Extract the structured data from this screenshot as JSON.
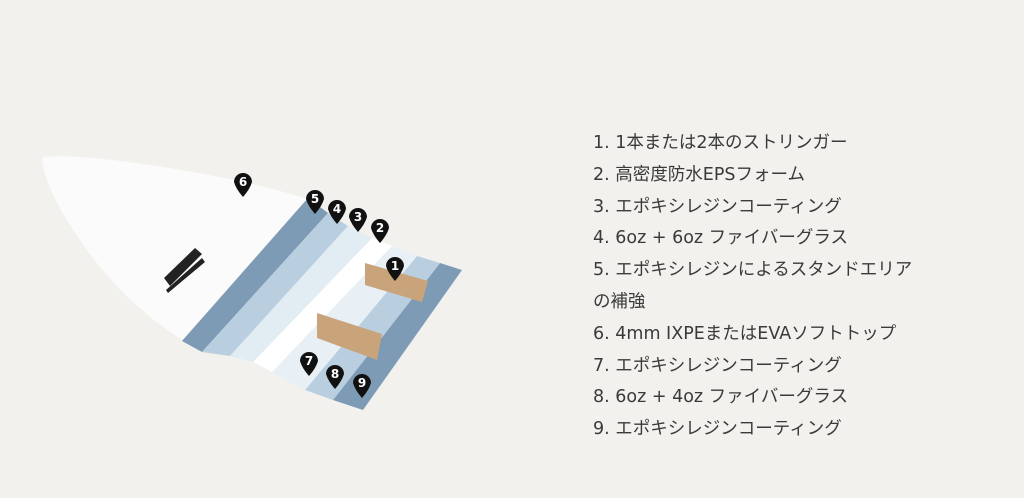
{
  "diagram": {
    "markers": [
      "1",
      "2",
      "3",
      "4",
      "5",
      "6",
      "7",
      "8",
      "9"
    ],
    "colors": {
      "dark_blue": "#7e9bb5",
      "light_blue": "#b9cfe0",
      "pale_blue": "#e1ecf3",
      "wood": "#c9a47a",
      "marker": "#111111"
    }
  },
  "legend": {
    "items": [
      "1. 1本または2本のストリンガー",
      "2. 高密度防水EPSフォーム",
      "3. エポキシレジンコーティング",
      "4. 6oz + 6oz ファイバーグラス",
      "5. エポキシレジンによるスタンドエリアの補強",
      "6. 4mm IXPEまたはEVAソフトトップ",
      "7. エポキシレジンコーティング",
      "8. 6oz + 4oz ファイバーグラス",
      "9. エポキシレジンコーティング"
    ]
  }
}
